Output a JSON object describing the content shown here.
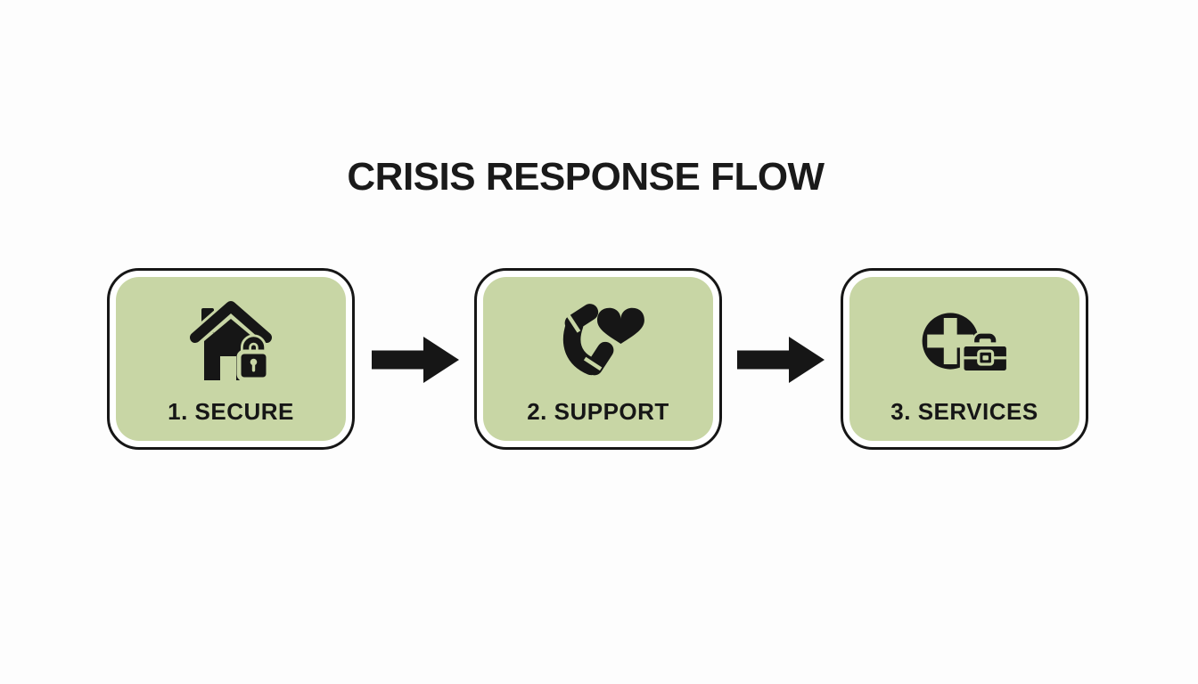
{
  "title": "CRISIS RESPONSE FLOW",
  "steps": [
    {
      "label": "1. SECURE",
      "icon": "house-lock-icon"
    },
    {
      "label": "2. SUPPORT",
      "icon": "phone-heart-icon"
    },
    {
      "label": "3. SERVICES",
      "icon": "medical-cross-briefcase-icon"
    }
  ],
  "arrows": [
    {
      "icon": "arrow-right-icon",
      "from": "1. SECURE",
      "to": "2. SUPPORT"
    },
    {
      "icon": "arrow-right-icon",
      "from": "2. SUPPORT",
      "to": "3. SERVICES"
    }
  ],
  "colors": {
    "box_fill": "#c8d6a5",
    "box_border": "#161616",
    "icon": "#161616",
    "background": "#fdfdfd"
  }
}
